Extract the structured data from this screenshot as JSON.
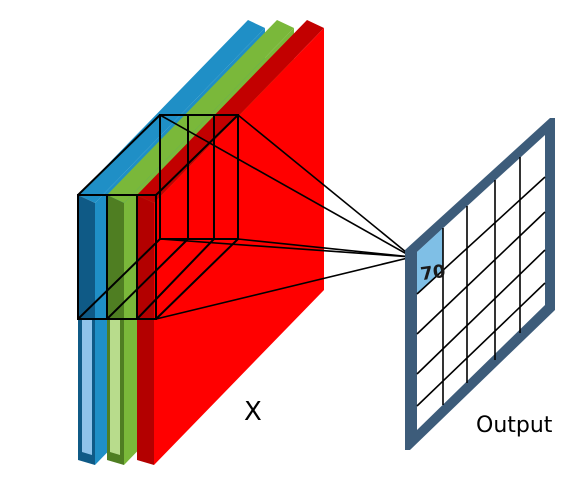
{
  "input_label": "X",
  "output_label": "Output",
  "output_cell_value": "70",
  "colors": {
    "channel_blue": "#1f8fc6",
    "channel_green": "#7ab83a",
    "channel_red": "#ff0000",
    "kernel_lines": "#000000",
    "output_frame": "#3d5c7a",
    "output_highlight": "#7fbfe6"
  }
}
